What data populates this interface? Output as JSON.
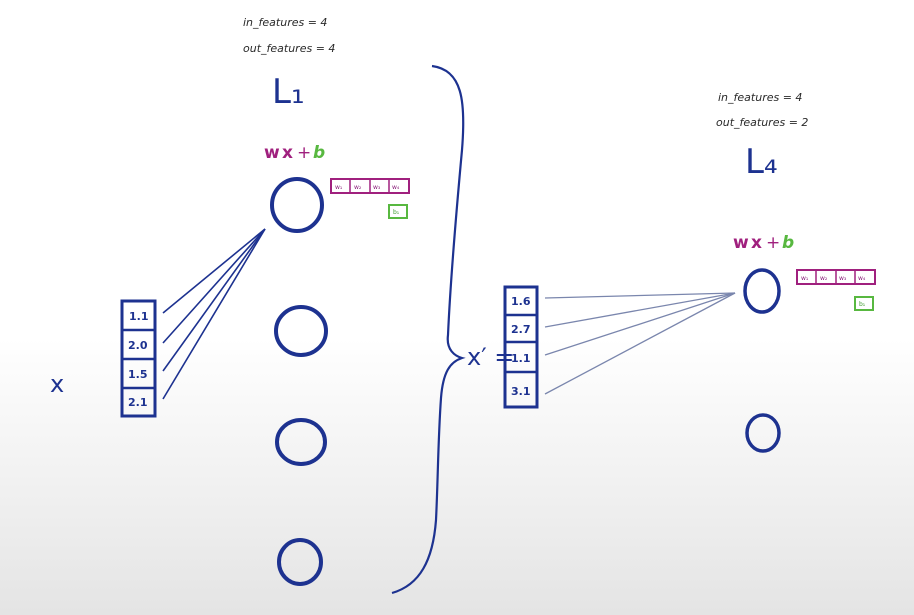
{
  "layer1": {
    "in_features_label": "in_features = 4",
    "out_features_label": "out_features = 4",
    "name": "L₁",
    "formula": {
      "w": "w",
      "x": "x",
      "plus": "+",
      "b": "b"
    },
    "weight_cells": [
      "w₁",
      "w₂",
      "w₃",
      "w₄"
    ],
    "bias_cell": "b₁"
  },
  "layer2": {
    "in_features_label": "in_features = 4",
    "out_features_label": "out_features = 2",
    "name": "L₄",
    "formula": {
      "w": "w",
      "x": "x",
      "plus": "+",
      "b": "b"
    },
    "weight_cells": [
      "w₁",
      "w₂",
      "w₃",
      "w₄"
    ],
    "bias_cell": "b₁"
  },
  "input": {
    "label": "x",
    "values": [
      "1.1",
      "2.0",
      "1.5",
      "2.1"
    ]
  },
  "hidden_output": {
    "label": "x′ =",
    "values": [
      "1.6",
      "2.7",
      "1.1",
      "3.1"
    ]
  },
  "colors": {
    "ink_blue": "#1d3290",
    "magenta": "#a0207e",
    "green": "#58b840",
    "line_gray": "#6b7aa8"
  }
}
